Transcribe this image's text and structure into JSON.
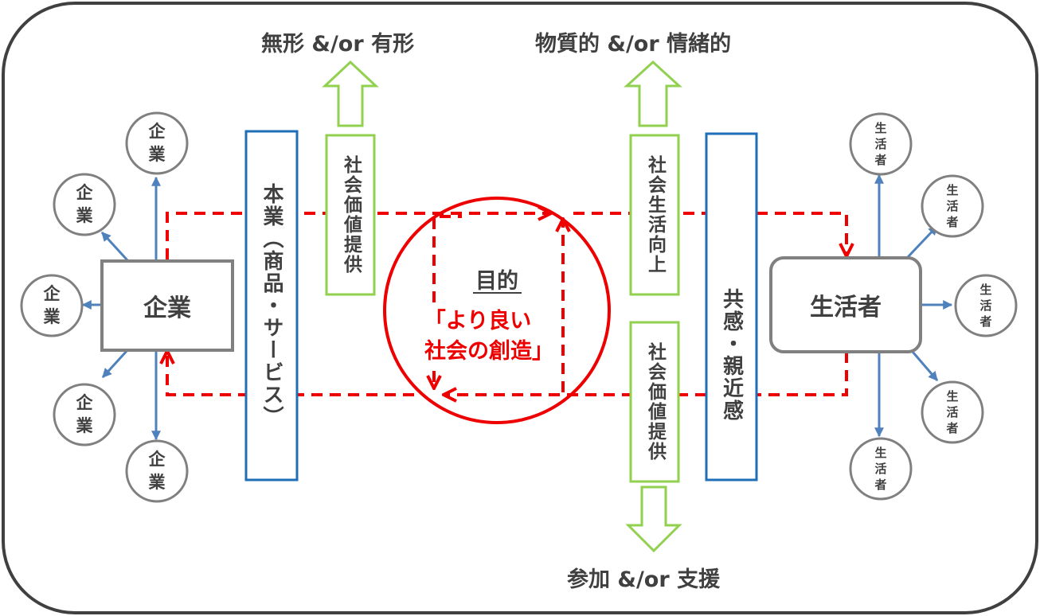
{
  "top_left_label": "無形 &/or 有形",
  "top_right_label": "物質的 &/or 情緒的",
  "bottom_label": "参加 &/or 支援",
  "enterprise_main": "企業",
  "enterprise_satellite": "企\n業",
  "consumer_main": "生活者",
  "consumer_satellite": "生\n活\n者",
  "core_business": "本業（商品・サービス）",
  "social_value_left": "社会価値提供",
  "social_life_improvement": "社会生活向上",
  "social_value_right": "社会価値提供",
  "empathy": "共感・親近感",
  "purpose_title": "目的",
  "purpose_line1": "「より良い",
  "purpose_line2": "社会の創造」",
  "colors": {
    "frame": "#404040",
    "gray_node": "#808080",
    "blue_arrow": "#4f81bd",
    "blue_bar": "#1f6fb8",
    "green": "#92d050",
    "red": "#ee0000"
  }
}
